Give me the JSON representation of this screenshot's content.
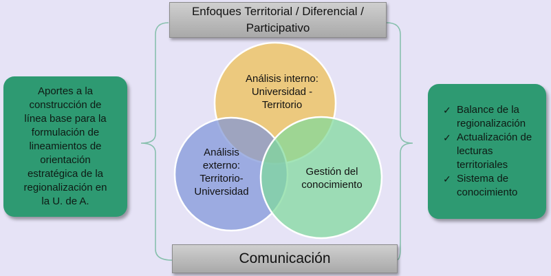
{
  "top_banner": {
    "line1": "Enfoques Territorial / Diferencial /",
    "line2": "Participativo"
  },
  "bottom_banner": {
    "label": "Comunicación"
  },
  "left_box": {
    "lines": [
      "Aportes a la",
      "construcción de",
      "línea base para la",
      "formulación de",
      "lineamientos de",
      "orientación",
      "estratégica de la",
      "regionalización en",
      "la U. de A."
    ]
  },
  "right_box": {
    "items": [
      {
        "lines": [
          "Balance de la",
          "regionalización"
        ]
      },
      {
        "lines": [
          "Actualización de",
          "lecturas",
          "territoriales"
        ]
      },
      {
        "lines": [
          "Sistema de",
          "conocimiento"
        ]
      }
    ]
  },
  "venn": {
    "top": {
      "lines": [
        "Análisis interno:",
        "Universidad -",
        "Territorio"
      ],
      "color": "#ecc777"
    },
    "left": {
      "lines": [
        "Análisis",
        "externo:",
        "Territorio-",
        "Universidad"
      ],
      "color": "#8096d8"
    },
    "right": {
      "lines": [
        "Gestión del",
        "conocimiento"
      ],
      "color": "#7fd99b"
    }
  },
  "colors": {
    "side_box": "#2e9a72",
    "background": "#e6e3f6",
    "bracket": "#87c0ad"
  }
}
